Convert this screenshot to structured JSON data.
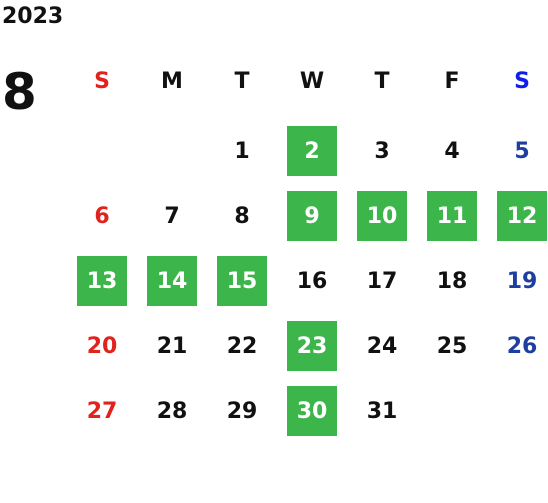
{
  "calendar": {
    "year": "2023",
    "month": "8",
    "weekdays": [
      "S",
      "M",
      "T",
      "W",
      "T",
      "F",
      "S"
    ],
    "first_weekday_index": 2,
    "days_in_month": 31,
    "highlighted_days": [
      2,
      9,
      10,
      11,
      12,
      13,
      14,
      15,
      23,
      30
    ],
    "colors": {
      "highlight_bg": "#3cb54a",
      "highlight_text": "#ffffff",
      "sunday": "#e0231c",
      "saturday": "#1e3fa0",
      "saturday_header": "#0f1ee8",
      "weekday": "#111111"
    }
  }
}
